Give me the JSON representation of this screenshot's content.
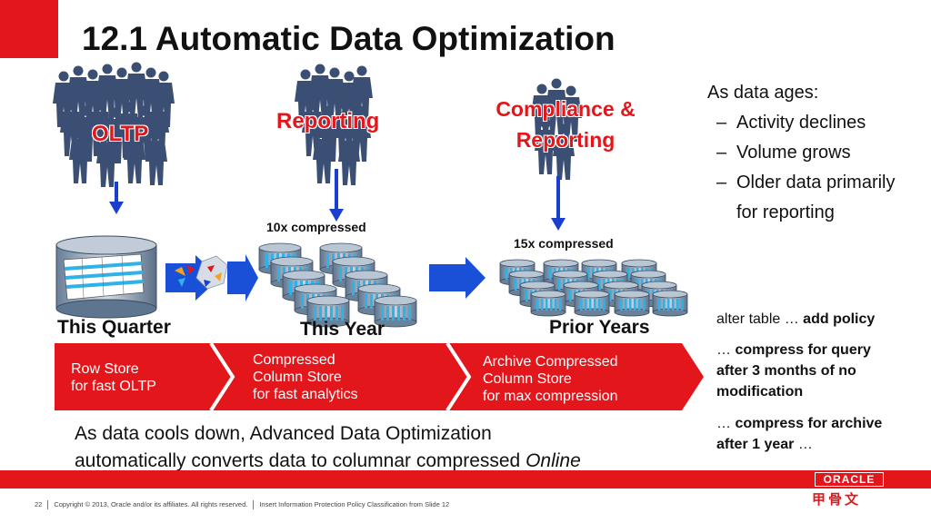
{
  "slide": {
    "title": "12.1 Automatic Data Optimization",
    "crowds": [
      {
        "label": "OLTP"
      },
      {
        "label": "Reporting"
      },
      {
        "label_line1": "Compliance &",
        "label_line2": "Reporting"
      }
    ],
    "compression": {
      "this_year": "10x compressed",
      "prior_years": "15x compressed"
    },
    "tiers": [
      {
        "name": "This Quarter",
        "line1": "Row Store",
        "line2": "for fast OLTP"
      },
      {
        "name": "This Year",
        "line1": "Compressed",
        "line2": "Column Store",
        "line3": "for fast analytics"
      },
      {
        "name": "Prior Years",
        "line1": "Archive Compressed",
        "line2": "Column Store",
        "line3": "for max compression"
      }
    ],
    "bullets": {
      "heading": "As data ages:",
      "items": [
        "Activity declines",
        "Volume grows",
        "Older data primarily"
      ],
      "item3_cont": "for reporting",
      "dash": "–"
    },
    "sql": {
      "l1_plain": "alter table …",
      "l1_bold": "add policy",
      "l2_plain": "…",
      "l2_bold1": "compress for query",
      "l2_bold2": "after 3 months of no",
      "l2_bold3": "modification",
      "l3_plain": "…",
      "l3_bold1": "compress for archive",
      "l3_bold2": "after 1 year",
      "l3_tail": "…"
    },
    "bottom": {
      "line1": "As data cools down, Advanced Data Optimization",
      "line2": "automatically converts data to columnar compressed",
      "line2_italic": "Online"
    },
    "footer": {
      "page": "22",
      "copyright": "Copyright © 2013, Oracle and/or its affiliates. All rights reserved.",
      "note": "Insert Information Protection Policy Classification from Slide 12"
    },
    "brand": {
      "logo": "ORACLE",
      "cn_logo": "甲骨文"
    },
    "colors": {
      "red": "#e3161b",
      "blue": "#1a3fd0",
      "crowd": "#3a4f73",
      "cyl": "#7e95ad"
    }
  }
}
